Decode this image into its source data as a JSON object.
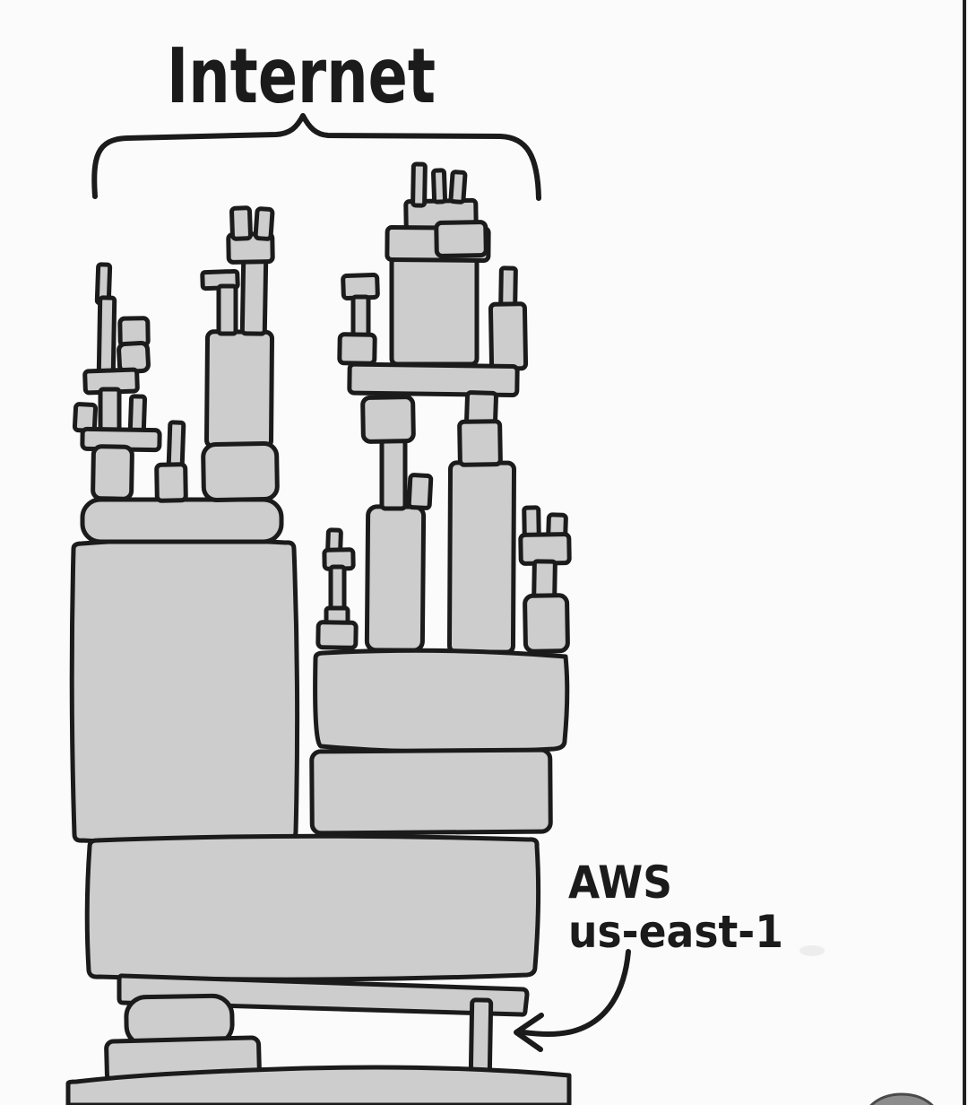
{
  "labels": {
    "internet": "Internet",
    "aws_line1": "AWS",
    "aws_line2": "us-east-1"
  },
  "colors": {
    "background": "#fbfbfb",
    "block_fill": "#cdcdcd",
    "outline": "#1b1b1b",
    "shadow_circle": "#8d8d8d"
  },
  "illustration": {
    "description": "Hand-drawn tower of stacked blocks; a curly brace labels the whole upper tower as the Internet; a curved arrow points to the single tiny peg holding the structure up, labeled AWS us-east-1",
    "icons": {
      "brace": "curly-brace-icon",
      "arrow": "curved-arrow-left-icon"
    }
  }
}
